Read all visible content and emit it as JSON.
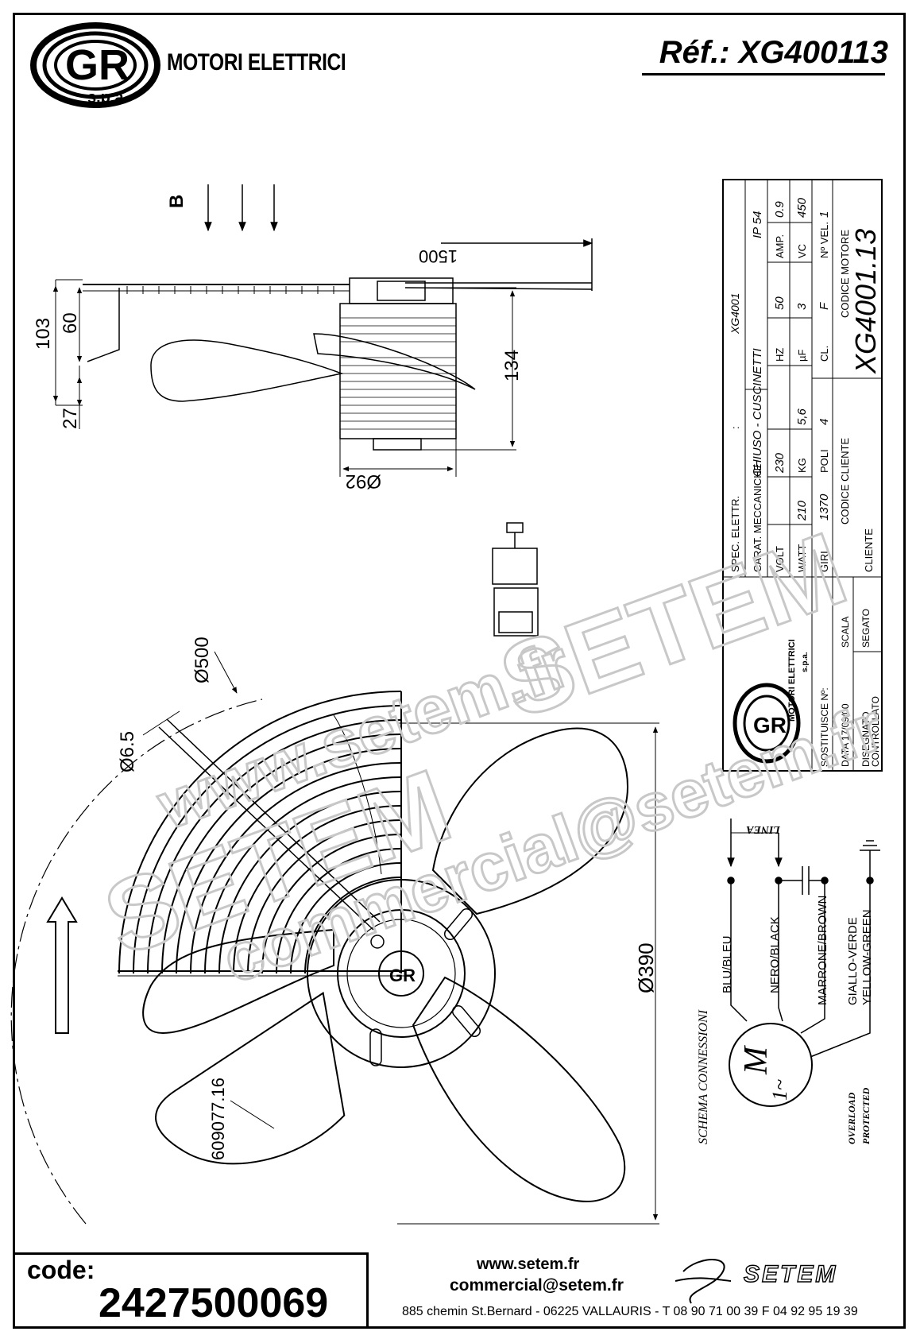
{
  "header": {
    "brand": "MOTORI ELETTRICI",
    "logo_text": "GR",
    "logo_sub": "s.p.a",
    "reference": "Réf.: XG400113"
  },
  "side_view": {
    "direction_label": "B",
    "cable_length": "1500",
    "height_103": "103",
    "height_60": "60",
    "height_27": "27",
    "length_134": "134",
    "diameter_92": "Ø92"
  },
  "front_view": {
    "grille_diameter": "Ø500",
    "hole_diameter": "Ø6.5",
    "blade_diameter": "Ø390",
    "part_number": "609077.16"
  },
  "title_block": {
    "spec_elettr_label": "SPEC. ELETTR.",
    "spec_elettr_sep": ":",
    "spec_elettr_value": "XG4001",
    "carat_meccaniche_label": "CARAT. MECCANICHE",
    "carat_meccaniche_value": "CHIUSO - CUSCINETTI",
    "ip_value": "IP 54",
    "volt_label": "VOLT",
    "volt_value": "230",
    "hz_label": "HZ",
    "hz_value": "50",
    "amp_label": "AMP.",
    "amp_value": "0.9",
    "watt_label": "WATT",
    "watt_value": "210",
    "kg_label": "KG",
    "kg_value": "5,6",
    "uf_label": "µF",
    "uf_value": "3",
    "vc_label": "VC",
    "vc_value": "450",
    "giri_label": "GIRI",
    "giri_value": "1370",
    "poli_label": "POLI",
    "poli_value": "4",
    "cl_label": "CL.",
    "cl_value": "F",
    "nvel_label": "Nº VEL.",
    "nvel_value": "1",
    "codice_cliente_label": "CODICE CLIENTE",
    "codice_motore_label": "CODICE MOTORE",
    "codice_motore_value": "XG4001.13",
    "cliente_label": "CLIENTE",
    "stamp_brand": "MOTORI ELETTRICI",
    "stamp_sub": "s.p.a.",
    "sostituisce_label": "SOSTITUISCE Nº:",
    "data_label": "DATA 17/09/00",
    "scala_label": "SCALA",
    "disegnato_label": "DISEGNATO",
    "disegnato_value": "SEGATO",
    "controllato_label": "CONTROLLATO"
  },
  "wiring": {
    "schema_title": "SCHEMA CONNESSIONI",
    "linea_label": "LINEA",
    "wire1": "BLU/BLEU",
    "wire2": "NERO/BLACK",
    "wire3": "MARRONE/BROWN",
    "wire4_it": "GIALLO-VERDE",
    "wire4_en": "YELLOW-GREEN",
    "motor_symbol": "M",
    "motor_phase": "1~",
    "overload_1": "OVERLOAD",
    "overload_2": "PROTECTED"
  },
  "watermark": {
    "site": "www.setem.fr",
    "brand": "SETEM",
    "email": "commercial@setem.fr"
  },
  "footer": {
    "code_label": "code:",
    "code_value": "2427500069",
    "website": "www.setem.fr",
    "email": "commercial@setem.fr",
    "address": "885 chemin St.Bernard  -  06225 VALLAURIS  -  T 08 90 71 00 39   F 04 92 95 19 39",
    "setem_brand": "SETEM"
  }
}
